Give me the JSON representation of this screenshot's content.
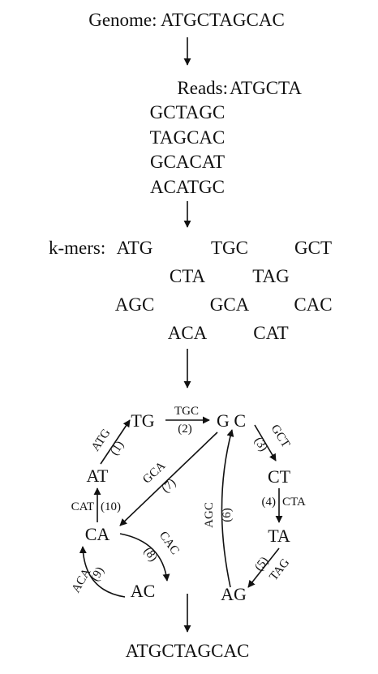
{
  "genome": {
    "label": "Genome:",
    "sequence": "ATGCTAGCAC"
  },
  "reads": {
    "label": "Reads:",
    "items": [
      "ATGCTA",
      "GCTAGC",
      "TAGCAC",
      "GCACAT",
      "ACATGC"
    ]
  },
  "kmers": {
    "label": "k-mers:",
    "items": [
      "ATG",
      "TGC",
      "GCT",
      "CTA",
      "TAG",
      "AGC",
      "GCA",
      "CAC",
      "ACA",
      "CAT"
    ]
  },
  "graph": {
    "nodes": {
      "TG": "TG",
      "GC": "G C",
      "CT": "CT",
      "TA": "TA",
      "AG": "AG",
      "AC": "AC",
      "CA": "CA",
      "AT": "AT"
    },
    "edges": [
      {
        "label": "ATG",
        "order": "(1)"
      },
      {
        "label": "TGC",
        "order": "(2)"
      },
      {
        "label": "GCT",
        "order": "(3)"
      },
      {
        "label": "CTA",
        "order": "(4)"
      },
      {
        "label": "TAG",
        "order": "(5)"
      },
      {
        "label": "AGC",
        "order": "(6)"
      },
      {
        "label": "GCA",
        "order": "(7)"
      },
      {
        "label": "CAC",
        "order": "(8)"
      },
      {
        "label": "ACA",
        "order": "(9)"
      },
      {
        "label": "CAT",
        "order": "(10)"
      }
    ]
  },
  "result": "ATGCTAGCAC"
}
